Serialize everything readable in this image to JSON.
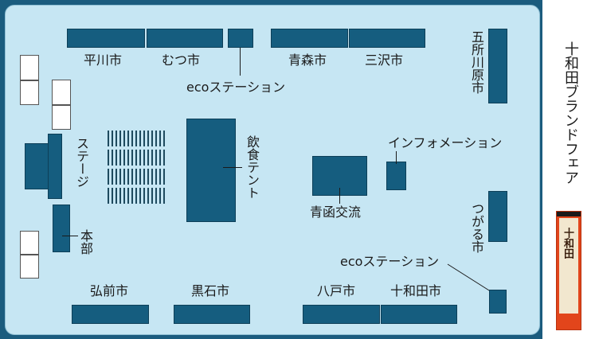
{
  "colors": {
    "background": "#1b5c7e",
    "map_fill": "#c6e6f3",
    "booth": "#155d7f",
    "banner": "#e2451b"
  },
  "labels": {
    "hirakawa": "平川市",
    "mutsu": "むつ市",
    "eco_station_top": "ecoステーション",
    "aomori": "青森市",
    "misawa": "三沢市",
    "goshogawara": "五所川原市",
    "stage": "ステージ",
    "inshoku_tent": "飲食テント",
    "information": "インフォメーション",
    "seikan_koryu": "青函交流",
    "tsugaru": "つがる市",
    "honbu": "本部",
    "eco_station_bottom": "ecoステーション",
    "hirosaki": "弘前市",
    "kuroishi": "黒石市",
    "hachinohe": "八戸市",
    "towada": "十和田市"
  },
  "sidebar": {
    "title": "十和田ブランドフェア",
    "banner_text": "十和田"
  },
  "icons": {
    "banner": "banner-icon"
  }
}
